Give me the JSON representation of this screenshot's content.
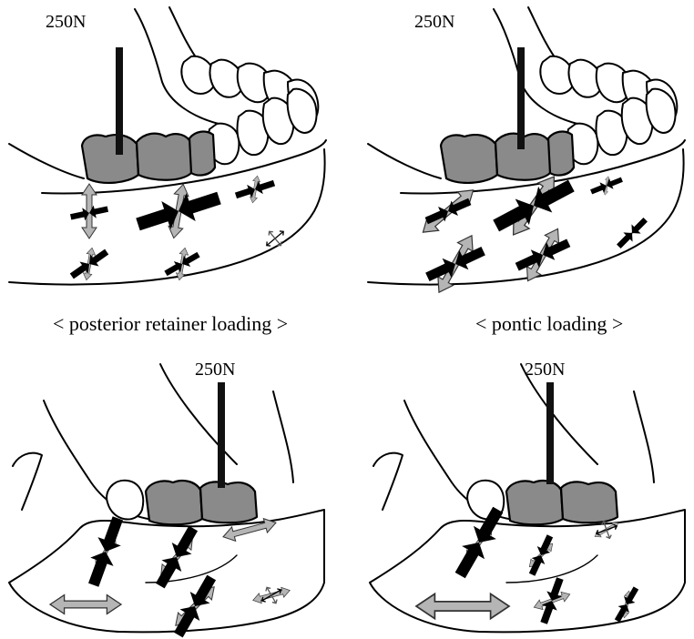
{
  "panels": [
    {
      "id": "top-left",
      "force_label": "250N"
    },
    {
      "id": "top-right",
      "force_label": "250N"
    },
    {
      "id": "bottom-left",
      "force_label": "250N"
    },
    {
      "id": "bottom-right",
      "force_label": "250N"
    }
  ],
  "captions": {
    "left": "< posterior retainer loading >",
    "right": "< pontic loading >"
  },
  "colors": {
    "crown": "#8a8a8a",
    "compressive_arrow": "#000000",
    "tensile_arrow": "#b5b5b5"
  }
}
